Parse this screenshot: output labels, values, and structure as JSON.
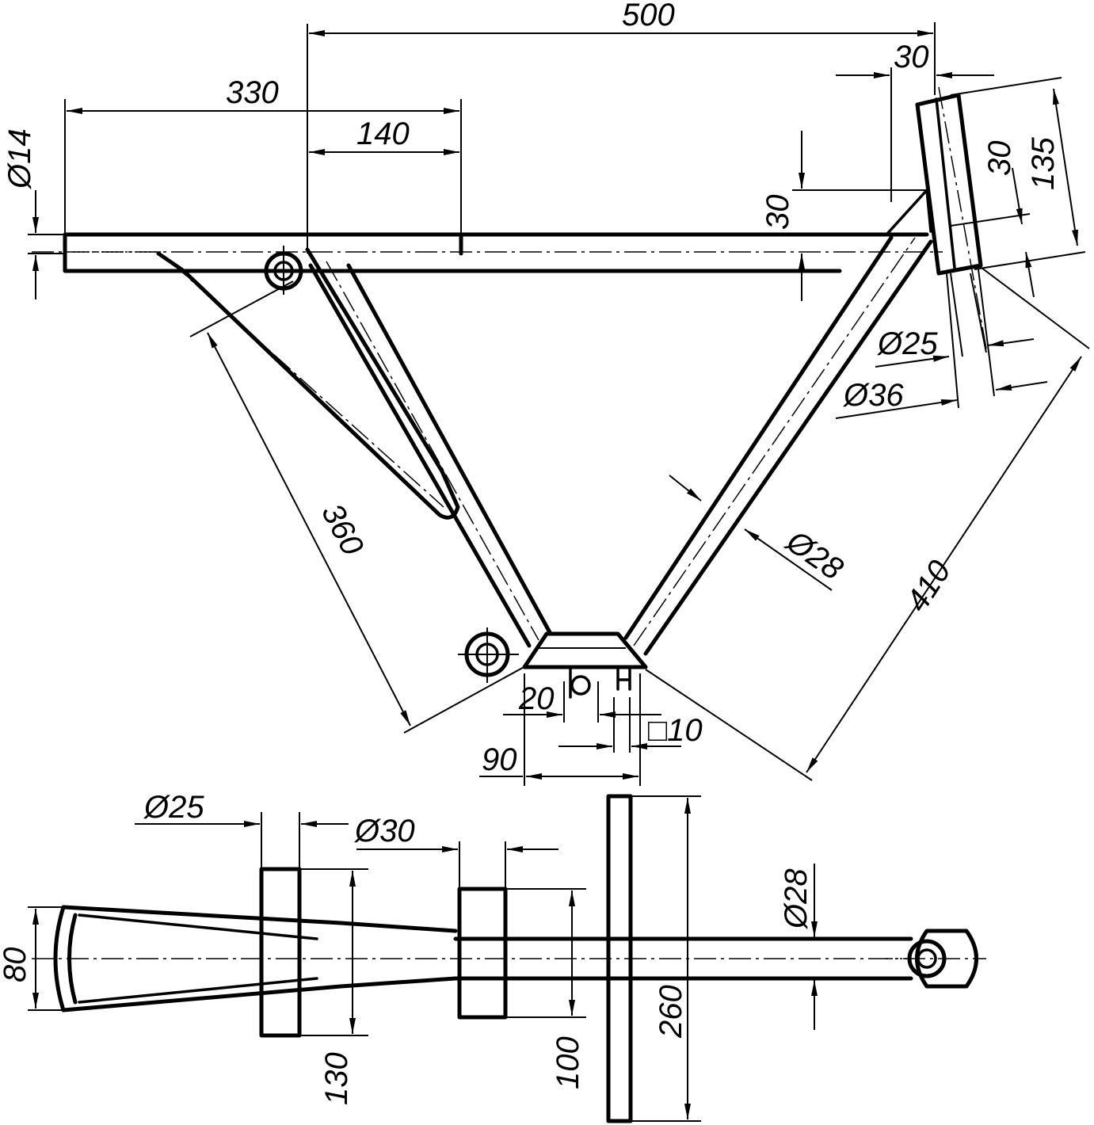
{
  "dimensions": {
    "d500": "500",
    "d330": "330",
    "d140": "140",
    "d30_top": "30",
    "d30_left_upright": "30",
    "d30_right_upright": "30",
    "d135": "135",
    "d14": "Ø14",
    "d25_top": "Ø25",
    "d36": "Ø36",
    "d28_top": "Ø28",
    "d360": "360",
    "d410": "410",
    "d20": "20",
    "d10": "□10",
    "d90": "90",
    "d25_bottom": "Ø25",
    "d30_bottom": "Ø30",
    "d28_bottom": "Ø28",
    "d80": "80",
    "d130": "130",
    "d100": "100",
    "d260": "260"
  }
}
